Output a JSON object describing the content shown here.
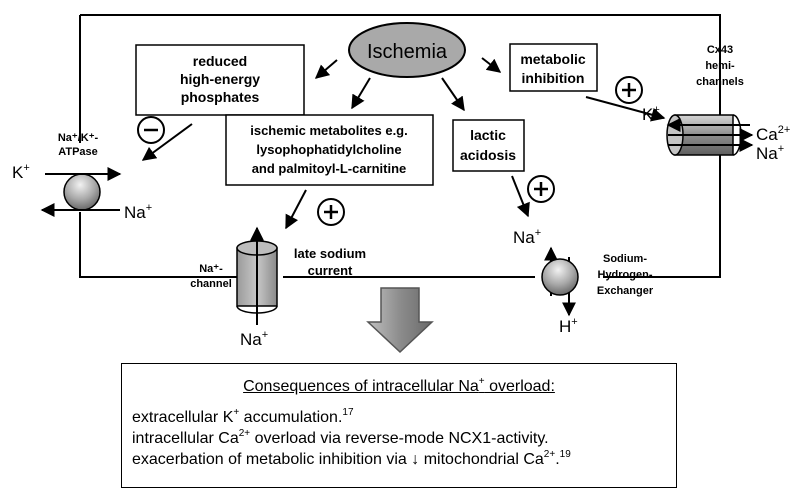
{
  "ischemia": "Ischemia",
  "reduced_hep": [
    "reduced",
    "high-energy",
    "phosphates"
  ],
  "ischemic_metabolites": [
    "ischemic metabolites e.g.",
    "lysophophatidylcholine",
    "and palmitoyl-L-carnitine"
  ],
  "lactic_acidosis": [
    "lactic",
    "acidosis"
  ],
  "metabolic_inhibition": [
    "metabolic",
    "inhibition"
  ],
  "cx43": [
    "Cx43",
    "hemi-",
    "channels"
  ],
  "na_k_atpase": [
    "Na⁺/K⁺-",
    "ATPase"
  ],
  "na_channel": [
    "Na⁺-",
    "channel"
  ],
  "late_sodium": [
    "late sodium",
    "current"
  ],
  "nhe": [
    "Sodium-",
    "Hydrogen-",
    "Exchanger"
  ],
  "ions": {
    "k": "K",
    "na": "Na",
    "ca": "Ca",
    "h": "H",
    "plus": "+",
    "two_plus": "2+"
  },
  "signs": {
    "minus": "−",
    "plus": "+"
  },
  "consequences": {
    "title_pre": "Consequences of intracellular Na",
    "title_sup": "+",
    "title_post": " overload:",
    "line1_pre": "extracellular K",
    "line1_sup": "+",
    "line1_post": " accumulation.",
    "line1_ref": "17",
    "line2_pre": "intracellular Ca",
    "line2_sup": "2+",
    "line2_post": " overload via reverse-mode NCX1-activity.",
    "line3_pre": "exacerbation of metabolic inhibition via ↓ mitochondrial Ca",
    "line3_sup": "2+",
    "line3_post": ".",
    "line3_ref": "19"
  }
}
